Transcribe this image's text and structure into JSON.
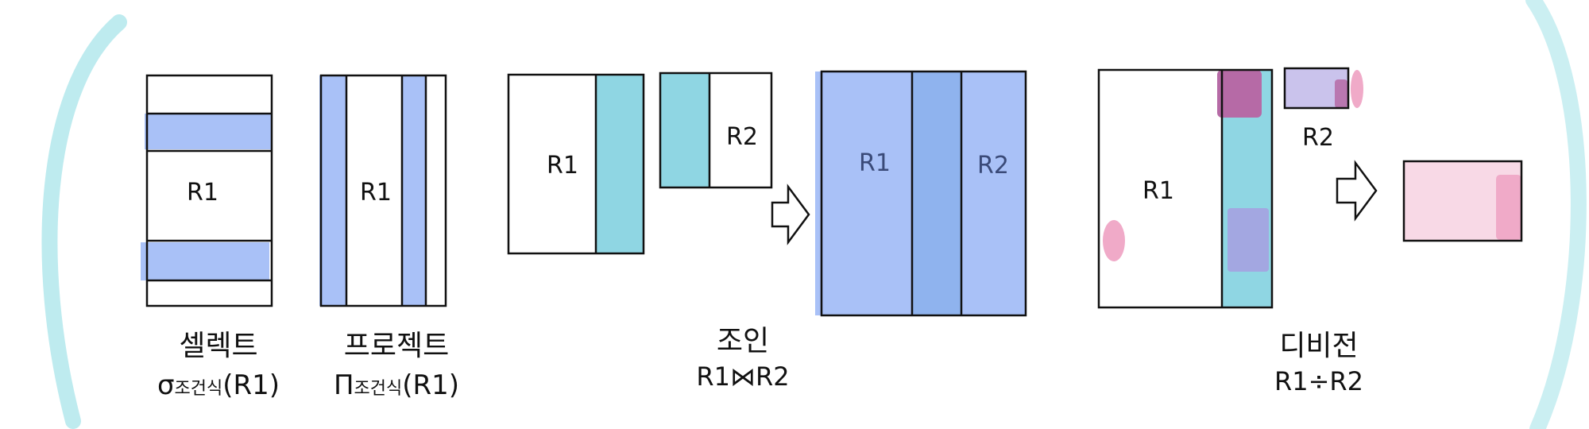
{
  "colors": {
    "blue": "#a9c1f7",
    "blue_dark": "#8fb3ee",
    "cyan": "#8fd6e3",
    "pink": "#f0aac8",
    "magenta": "#b66aa6",
    "purple": "#a79be0",
    "frame_arc": "#a8e4ea",
    "line": "#111111"
  },
  "select": {
    "box_label": "R1",
    "title": "셀렉트",
    "symbol": "σ",
    "subscript": "조건식",
    "arg": "(R1)"
  },
  "project": {
    "box_label": "R1",
    "title": "프로젝트",
    "symbol": "Π",
    "subscript": "조건식",
    "arg": "(R1)"
  },
  "join": {
    "left_label": "R1",
    "right_label": "R2",
    "result_left_label": "R1",
    "result_right_label": "R2",
    "title": "조인",
    "formula": "R1⋈R2"
  },
  "division": {
    "dividend_label": "R1",
    "divisor_label": "R2",
    "title": "디비전",
    "formula": "R1÷R2"
  }
}
